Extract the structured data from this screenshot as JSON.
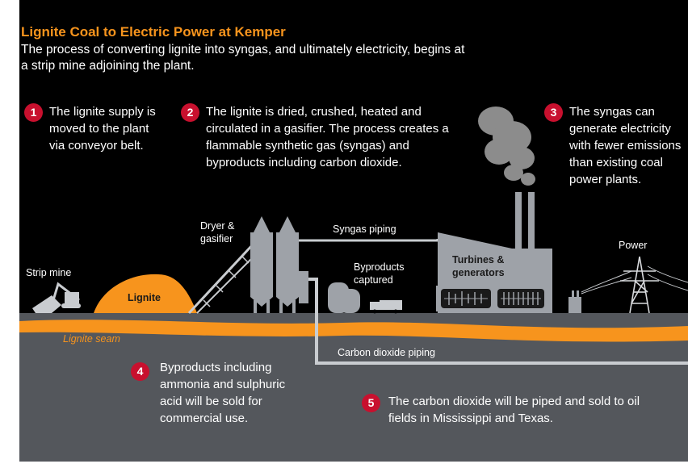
{
  "header": {
    "title": "Lignite Coal to Electric Power at Kemper",
    "subtitle": "The process of converting lignite into syngas, and ultimately electricity, begins at a strip mine adjoining the plant."
  },
  "steps": [
    {
      "number": "1",
      "text": "The lignite supply is moved to the plant via conveyor belt."
    },
    {
      "number": "2",
      "text": "The lignite is dried, crushed, heated and circulated in a gasifier. The process creates a flammable synthetic gas (syngas) and byproducts including carbon dioxide."
    },
    {
      "number": "3",
      "text": "The syngas can generate electricity with fewer emissions than existing coal power plants."
    },
    {
      "number": "4",
      "text": "Byproducts including ammonia and sulphuric acid will be sold for commercial use."
    },
    {
      "number": "5",
      "text": "The carbon dioxide will be piped and sold to oil fields in Mississippi and Texas."
    }
  ],
  "labels": {
    "strip_mine": "Strip mine",
    "lignite": "Lignite",
    "dryer_gasifier": "Dryer & gasifier",
    "syngas_piping": "Syngas piping",
    "byproducts_captured": "Byproducts captured",
    "turbines_generators": "Turbines & generators",
    "power": "Power",
    "lignite_seam": "Lignite seam",
    "carbon_dioxide_piping": "Carbon dioxide piping"
  },
  "colors": {
    "background": "#000000",
    "accent_orange": "#f7941d",
    "badge_red": "#c8102e",
    "ground": "#54575c",
    "building": "#9ea2a8",
    "smoke": "#8c8c8c"
  }
}
